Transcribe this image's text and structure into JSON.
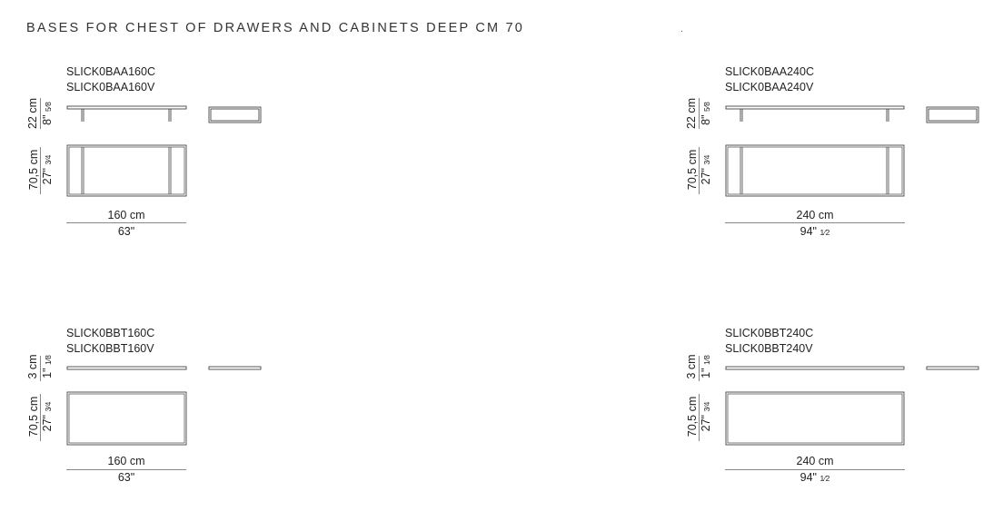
{
  "title": "BASES FOR CHEST OF DRAWERS AND CABINETS DEEP CM 70",
  "top_right_mark": ".",
  "products": [
    {
      "code_c": "SLICK0BAA160C",
      "code_v": "SLICK0BAA160V",
      "height_cm": "22 cm",
      "height_in": "8\"",
      "height_in_frac": "5⁄8",
      "depth_cm": "70,5 cm",
      "depth_in": "27\"",
      "depth_in_frac": "3⁄4",
      "width_cm": "160 cm",
      "width_in": "63\"",
      "width_in_frac": ""
    },
    {
      "code_c": "SLICK0BAA240C",
      "code_v": "SLICK0BAA240V",
      "height_cm": "22 cm",
      "height_in": "8\"",
      "height_in_frac": "5⁄8",
      "depth_cm": "70,5 cm",
      "depth_in": "27\"",
      "depth_in_frac": "3⁄4",
      "width_cm": "240 cm",
      "width_in": "94\"",
      "width_in_frac": "1⁄2"
    },
    {
      "code_c": "SLICK0BBT160C",
      "code_v": "SLICK0BBT160V",
      "height_cm": "3 cm",
      "height_in": "1\"",
      "height_in_frac": "1⁄8",
      "depth_cm": "70,5 cm",
      "depth_in": "27\"",
      "depth_in_frac": "3⁄4",
      "width_cm": "160 cm",
      "width_in": "63\"",
      "width_in_frac": ""
    },
    {
      "code_c": "SLICK0BBT240C",
      "code_v": "SLICK0BBT240V",
      "height_cm": "3 cm",
      "height_in": "1\"",
      "height_in_frac": "1⁄8",
      "depth_cm": "70,5 cm",
      "depth_in": "27\"",
      "depth_in_frac": "3⁄4",
      "width_cm": "240 cm",
      "width_in": "94\"",
      "width_in_frac": "1⁄2"
    }
  ]
}
